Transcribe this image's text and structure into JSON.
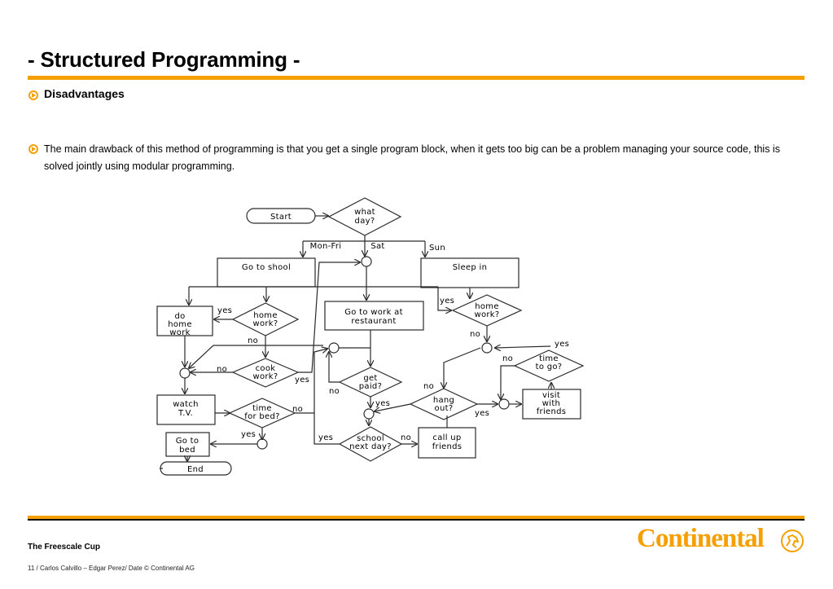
{
  "slide": {
    "title": "- Structured Programming -",
    "subheading": "Disadvantages",
    "body": "The main drawback of this method of programming is that you get a single program block, when it gets too big can be a problem managing your source code, this is solved jointly using modular programming."
  },
  "flowchart": {
    "start": "Start",
    "what_day": [
      "what",
      "day?"
    ],
    "mon_fri": "Mon-Fri",
    "sat": "Sat",
    "sun": "Sun",
    "go_to_school": "Go to shool",
    "sleep_in": "Sleep in",
    "do_homework": [
      "do",
      "home",
      "work"
    ],
    "homework_left": [
      "home",
      "work?"
    ],
    "homework_right": [
      "home",
      "work?"
    ],
    "go_to_work": [
      "Go to work at",
      "restaurant"
    ],
    "cook_work": [
      "cook",
      "work?"
    ],
    "get_paid": [
      "get",
      "paid?"
    ],
    "hang_out": [
      "hang",
      "out?"
    ],
    "time_to_go": [
      "time",
      "to go?"
    ],
    "visit_friends": [
      "visit",
      "with",
      "friends"
    ],
    "watch_tv": [
      "watch",
      "T.V."
    ],
    "time_for_bed": [
      "time",
      "for bed?"
    ],
    "school_next_day": [
      "school",
      "next day?"
    ],
    "call_up_friends": [
      "call up",
      "friends"
    ],
    "go_to_bed": [
      "Go to",
      "bed"
    ],
    "end": "End",
    "yes": "yes",
    "no": "no"
  },
  "footer": {
    "title": "The Freescale Cup",
    "line": "11 / Carlos Calvillo – Edgar Perez/  Date   © Continental AG",
    "logo_text": "Continental"
  },
  "colors": {
    "accent": "#f5a000",
    "line": "#2a2a2a"
  }
}
